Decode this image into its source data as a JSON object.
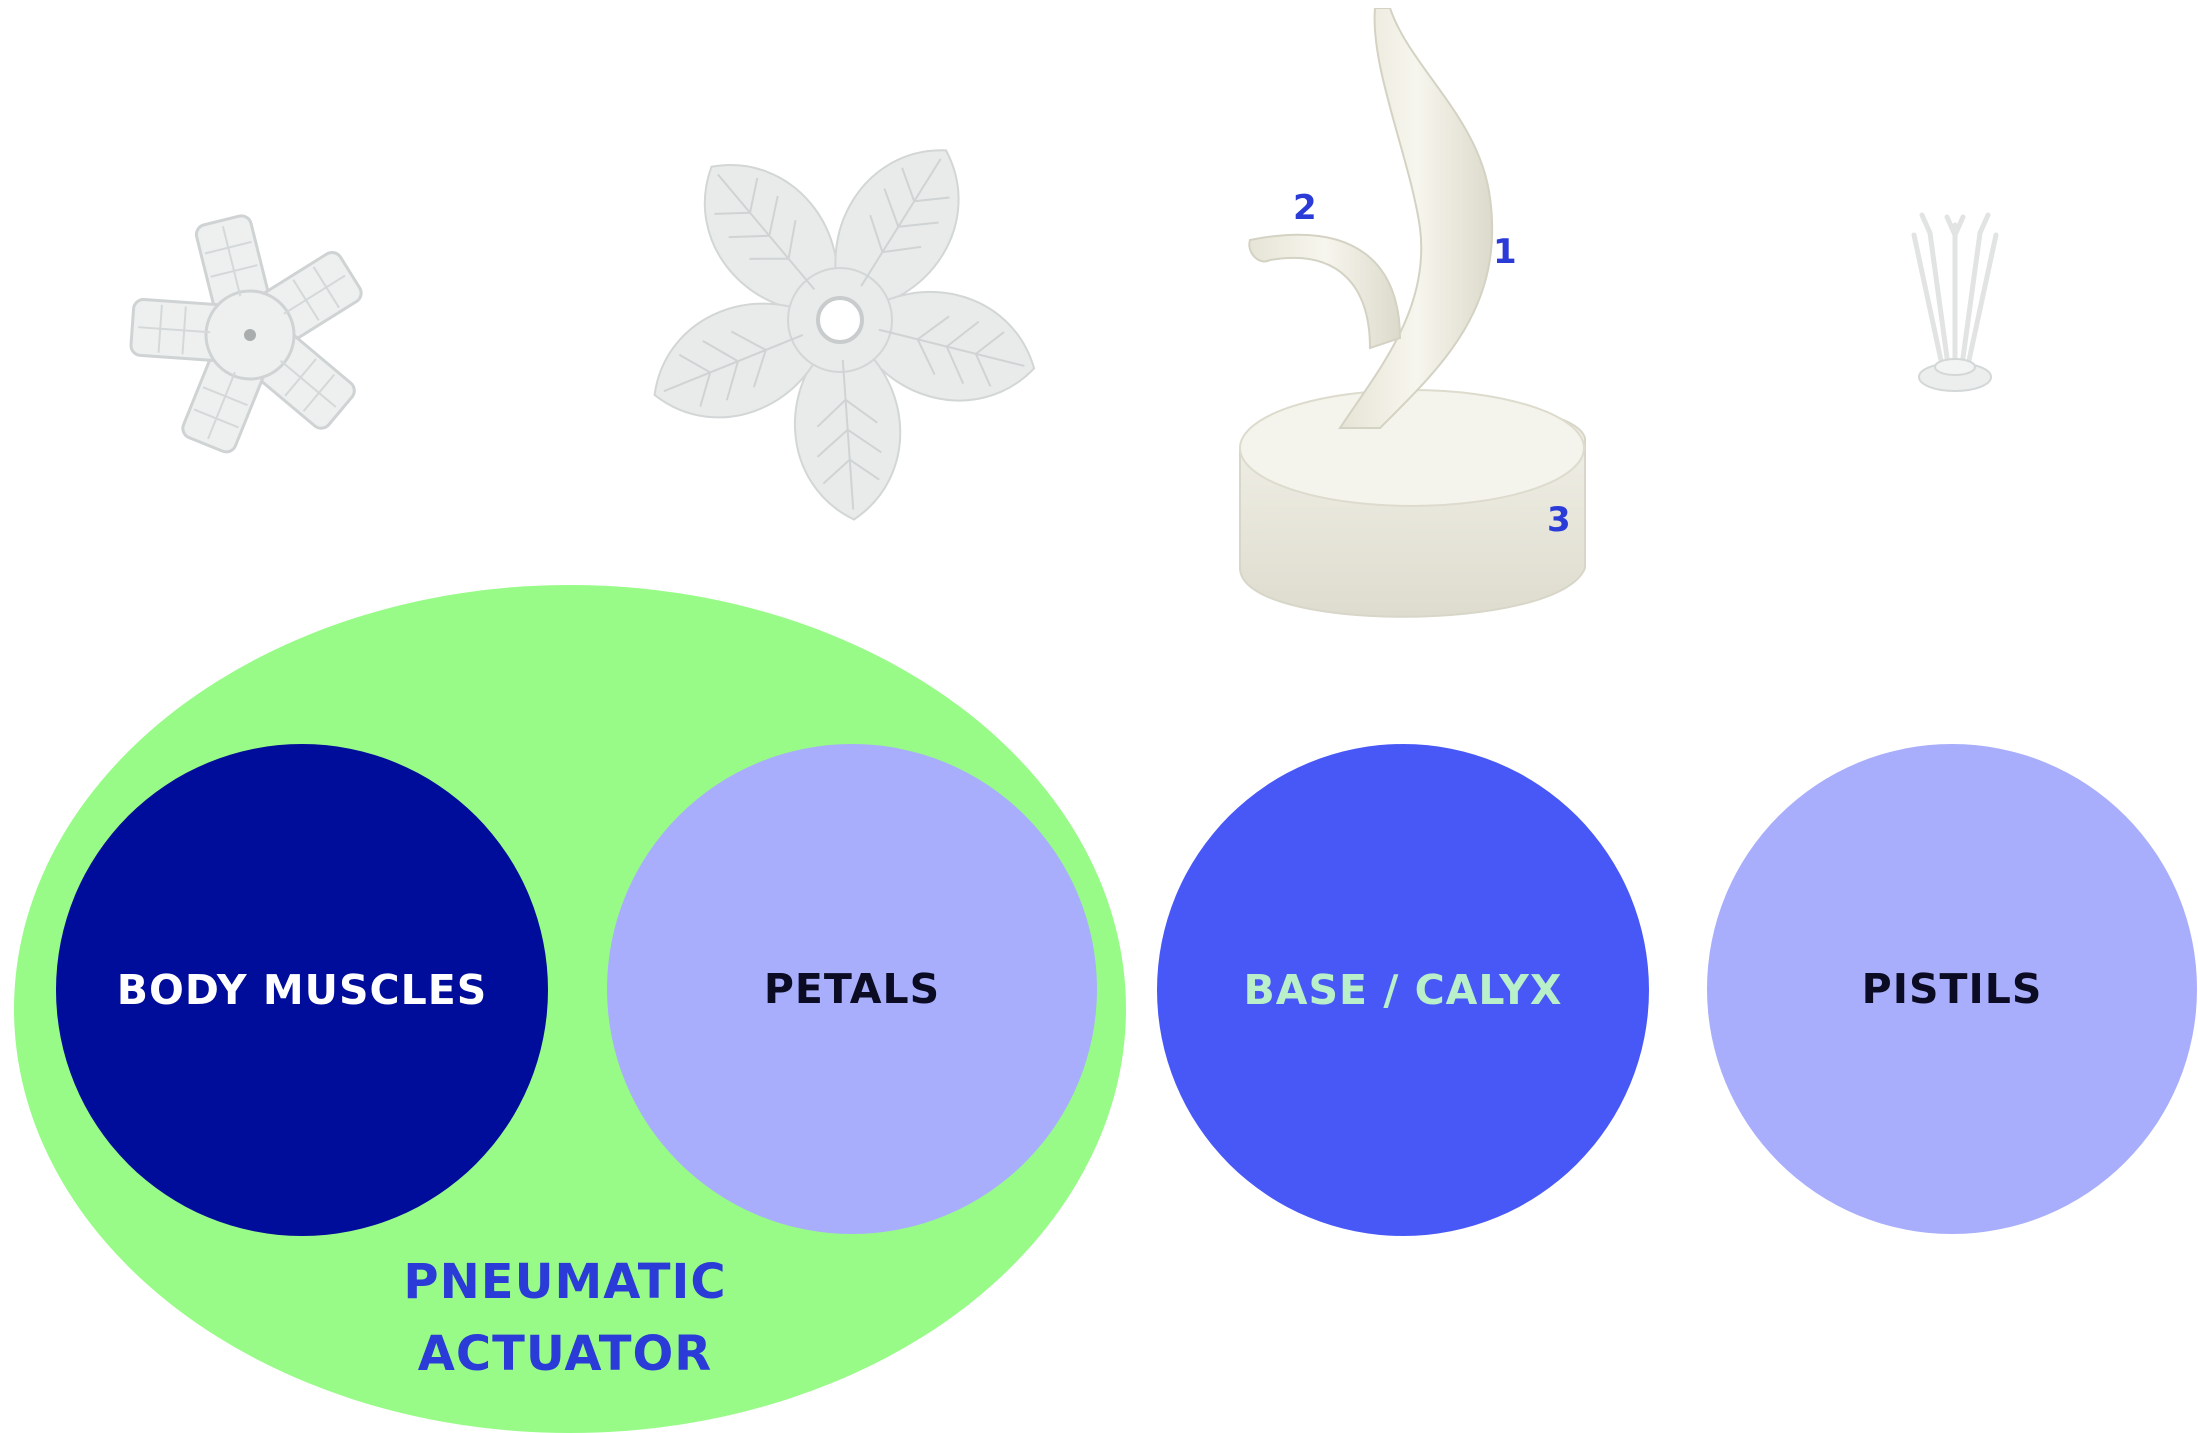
{
  "components": [
    {
      "id": "body-muscles",
      "label": "BODY MUSCLES",
      "fill": "#000c9a",
      "text_color": "#ffffff"
    },
    {
      "id": "petals",
      "label": "PETALS",
      "fill": "#a8aefb",
      "text_color": "#0b0b24"
    },
    {
      "id": "base-calyx",
      "label": "BASE / CALYX",
      "fill": "#4858f7",
      "text_color": "#b9f0c9"
    },
    {
      "id": "pistils",
      "label": "PISTILS",
      "fill": "#a8aefb",
      "text_color": "#0b0b24"
    }
  ],
  "group": {
    "label_line1": "PNEUMATIC",
    "label_line2": "ACTUATOR",
    "fill": "#98fb88",
    "text_color": "#2a3bd8"
  },
  "base_part_callouts": [
    "1",
    "2",
    "3"
  ],
  "photos": [
    {
      "name": "body-muscles-photo-icon"
    },
    {
      "name": "petals-photo-icon"
    },
    {
      "name": "base-calyx-photo-icon"
    },
    {
      "name": "pistils-photo-icon"
    }
  ]
}
